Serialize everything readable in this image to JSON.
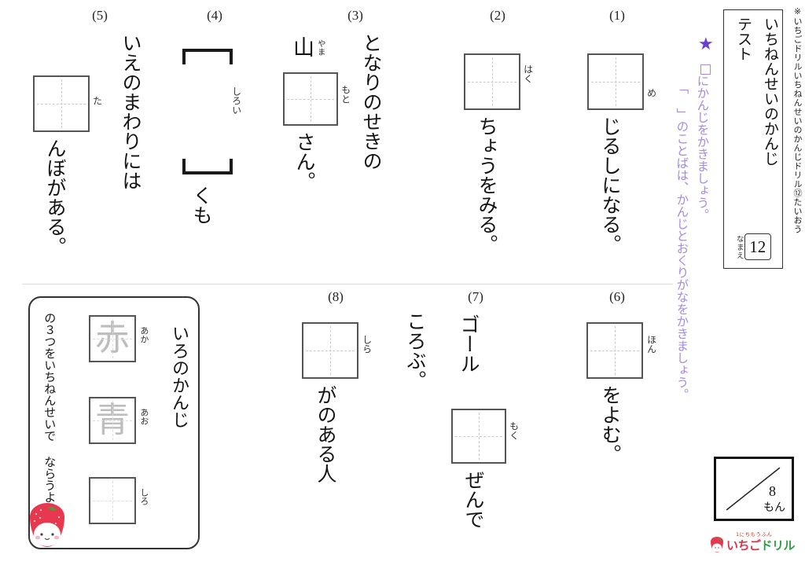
{
  "header_note": "※いちごドリルいちねんせいのかんじドリル⑫たいおう",
  "title": {
    "main": "いちねんせいのかんじ",
    "sub": "テスト",
    "number": "12",
    "name_label": "なまえ"
  },
  "instructions": {
    "star": "★",
    "line1_before_box": "",
    "line1_after_box": "にかんじをかきましょう。",
    "line2": "「 」のことばは、かんじとおくりがなをかきましょう。"
  },
  "problems": [
    {
      "num": "(1)",
      "furigana": "め",
      "sentence": "じるしになる。",
      "box": true
    },
    {
      "num": "(2)",
      "furigana": "はく",
      "sentence": "ちょうをみる。",
      "box": true
    },
    {
      "num": "(3)",
      "lead_text": "となりのせきの",
      "lead_kanji": "山",
      "lead_kanji_furigana": "やま",
      "furigana": "もと",
      "sentence": "さん。",
      "box": true
    },
    {
      "num": "(4)",
      "bracket": true,
      "furigana": "しろい",
      "sentence": "くも",
      "box": false
    },
    {
      "num": "(5)",
      "lead_text": "いえのまわりには",
      "furigana": "た",
      "sentence": "んぼがある。",
      "box": true
    },
    {
      "num": "(6)",
      "furigana": "ほん",
      "sentence": "をよむ。",
      "box": true
    },
    {
      "num": "(7)",
      "lead_text": "ゴール",
      "furigana": "もく",
      "sentence": "ぜんで",
      "tail": "ころぶ。",
      "box": true
    },
    {
      "num": "(8)",
      "furigana": "しら",
      "sentence": "がのある人",
      "box": true
    }
  ],
  "info_card": {
    "title": "いろのかんじ",
    "note": "の３つをいちねんせいで ならうよ",
    "items": [
      {
        "kanji": "赤",
        "furigana": "あか",
        "color": "#bdbdbd"
      },
      {
        "kanji": "青",
        "furigana": "あお",
        "color": "#bdbdbd"
      },
      {
        "kanji": "",
        "furigana": "しろ",
        "color": "#bdbdbd"
      }
    ]
  },
  "score": {
    "total": "8",
    "unit": "もん"
  },
  "logo": {
    "top_text": "1にちもうふん",
    "text_red": "いちご",
    "text_green": "ドリル"
  },
  "colors": {
    "star": "#6a3fd0",
    "instruction": "#a58be0",
    "box_border": "#555555",
    "guide_line": "#c9c9c9"
  }
}
